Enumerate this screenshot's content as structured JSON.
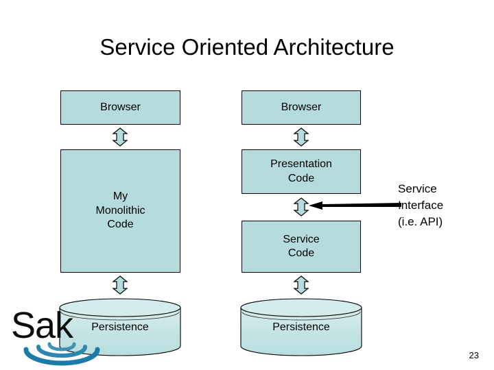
{
  "slide": {
    "title": "Service Oriented Architecture",
    "page_number": "23",
    "colors": {
      "box_fill": "#b5dbdd",
      "cylinder_fill": "#c3e3e3",
      "outline": "#000000",
      "logo_ripple": "#1b7ba8",
      "background": "#ffffff"
    }
  },
  "monolithic_column": {
    "browser": "Browser",
    "app": "My\nMonolithic\nCode",
    "persistence": "Persistence",
    "connector_top": "double-headed-arrow",
    "connector_bottom": "double-headed-arrow"
  },
  "soa_column": {
    "browser": "Browser",
    "presentation": "Presentation\nCode",
    "service": "Service\nCode",
    "persistence": "Persistence",
    "connector_top": "double-headed-arrow",
    "connector_mid": "double-headed-arrow",
    "connector_bottom": "double-headed-arrow"
  },
  "callout": {
    "label": "Service\nInterface\n(i.e. API)",
    "pointer": "left-pointing-arrow"
  },
  "logo": {
    "text": "Sak",
    "mark": "ripple-waves-icon"
  }
}
